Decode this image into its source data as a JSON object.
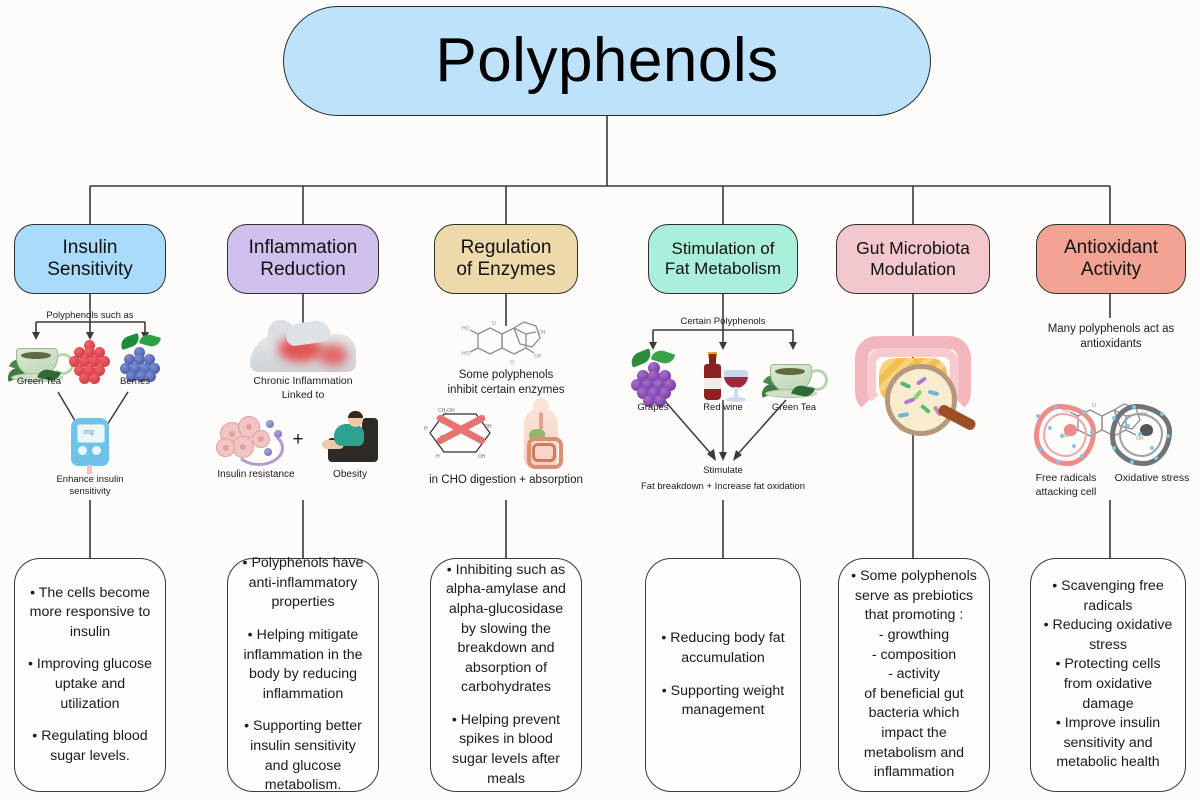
{
  "title": {
    "text": "Polyphenols"
  },
  "colors": {
    "title_fill": "#bfe2fb",
    "insulin_fill": "#a8dcfa",
    "inflammation_fill": "#cfc0ee",
    "enzymes_fill": "#eed9ab",
    "fat_fill": "#aaeedc",
    "gut_fill": "#f3c7ce",
    "antioxidant_fill": "#f3a394",
    "connector": "#3a3a3a"
  },
  "columns": [
    {
      "id": "insulin-sensitivity",
      "heading": "Insulin\nSensitivity",
      "heading_lines": [
        "Insulin",
        "Sensitivity"
      ],
      "mid": {
        "source_label": "Polyphenols such as",
        "icon_labels": [
          "Green Tea",
          "Berries"
        ],
        "result_label_lines": [
          "Enhance insulin",
          "sensitivity"
        ]
      },
      "outcomes": [
        "• The cells become more responsive to insulin",
        "• Improving glucose uptake and utilization",
        "• Regulating blood sugar levels."
      ]
    },
    {
      "id": "inflammation-reduction",
      "heading_lines": [
        "Inflammation",
        "Reduction"
      ],
      "mid": {
        "caption_1": "Chronic Inflammation",
        "caption_2": "Linked to",
        "icon_labels": [
          "Insulin resistance",
          "Obesity"
        ],
        "plus_sign": "+"
      },
      "outcomes": [
        "• Polyphenols have anti-inflammatory properties",
        "• Helping mitigate inflammation in the body by reducing inflammation",
        "• Supporting better insulin sensitivity and glucose metabolism."
      ]
    },
    {
      "id": "regulation-of-enzymes",
      "heading_lines": [
        "Regulation",
        "of Enzymes"
      ],
      "mid": {
        "caption_lines": [
          "Some polyphenols",
          "inhibit certain enzymes"
        ],
        "bottom_caption": "in CHO digestion + absorption"
      },
      "outcomes": [
        "• Inhibiting such as alpha-amylase and alpha-glucosidase by slowing the breakdown and absorption of carbohydrates",
        "• Helping prevent spikes in blood sugar levels after meals"
      ]
    },
    {
      "id": "stimulation-of-fat-metabolism",
      "heading_lines": [
        "Stimulation of",
        "Fat Metabolism"
      ],
      "mid": {
        "source_label": "Certain Polyphenols",
        "icon_labels": [
          "Grapes",
          "Red wine",
          "Green Tea"
        ],
        "result_label_1": "Stimulate",
        "result_label_2": "Fat breakdown + Increase fat oxidation"
      },
      "outcomes": [
        "• Reducing body fat accumulation",
        "• Supporting weight management"
      ]
    },
    {
      "id": "gut-microbiota-modulation",
      "heading_lines": [
        "Gut Microbiota",
        "Modulation"
      ],
      "mid": {},
      "outcomes": [
        "• Some polyphenols serve as prebiotics that promoting :",
        "- growthing",
        "- composition",
        "- activity",
        "of beneficial gut bacteria which impact the metabolism and inflammation"
      ]
    },
    {
      "id": "antioxidant-activity",
      "heading_lines": [
        "Antioxidant",
        "Activity"
      ],
      "mid": {
        "caption_lines": [
          "Many polyphenols act as",
          "antioxidants"
        ],
        "icon_label_1_lines": [
          "Free radicals",
          "attacking cell"
        ],
        "icon_label_2": "Oxidative stress"
      },
      "outcomes": [
        "• Scavenging free radicals",
        "• Reducing oxidative stress",
        "• Protecting cells from oxidative damage",
        "• Improve insulin sensitivity and metabolic health"
      ]
    }
  ]
}
